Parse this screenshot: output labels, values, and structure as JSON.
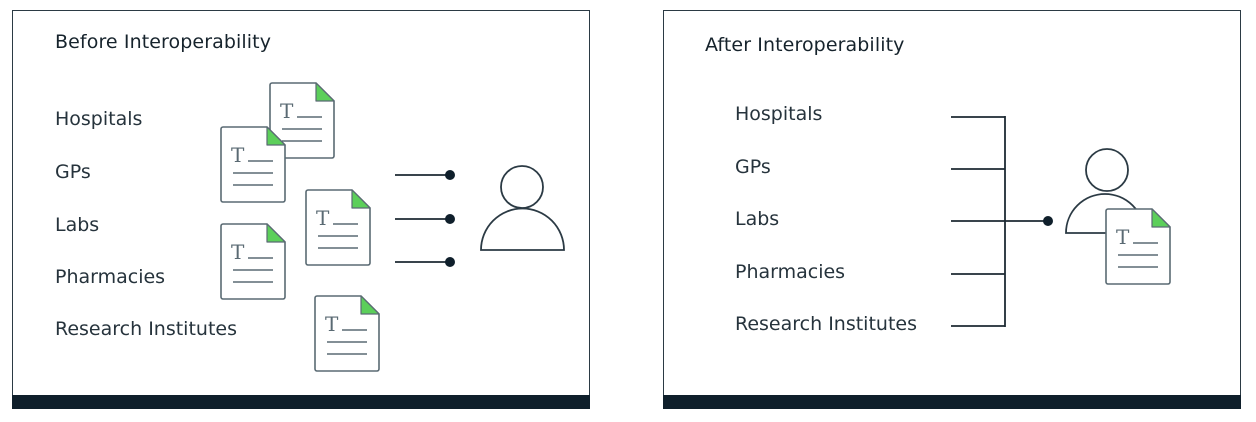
{
  "before": {
    "title": "Before Interoperability",
    "sources": [
      "Hospitals",
      "GPs",
      "Labs",
      "Pharmacies",
      "Research Institutes"
    ],
    "document_icon_count": 5,
    "connector_count": 3,
    "icons": [
      "document-icon",
      "person-icon"
    ]
  },
  "after": {
    "title": "After Interoperability",
    "sources": [
      "Hospitals",
      "GPs",
      "Labs",
      "Pharmacies",
      "Research Institutes"
    ],
    "document_icon_count": 1,
    "icons": [
      "document-icon",
      "person-icon"
    ]
  },
  "colors": {
    "stroke": "#2b3a44",
    "footer": "#0f1f2b",
    "doc_corner": "#5ccf5a",
    "text": "#26333c"
  }
}
